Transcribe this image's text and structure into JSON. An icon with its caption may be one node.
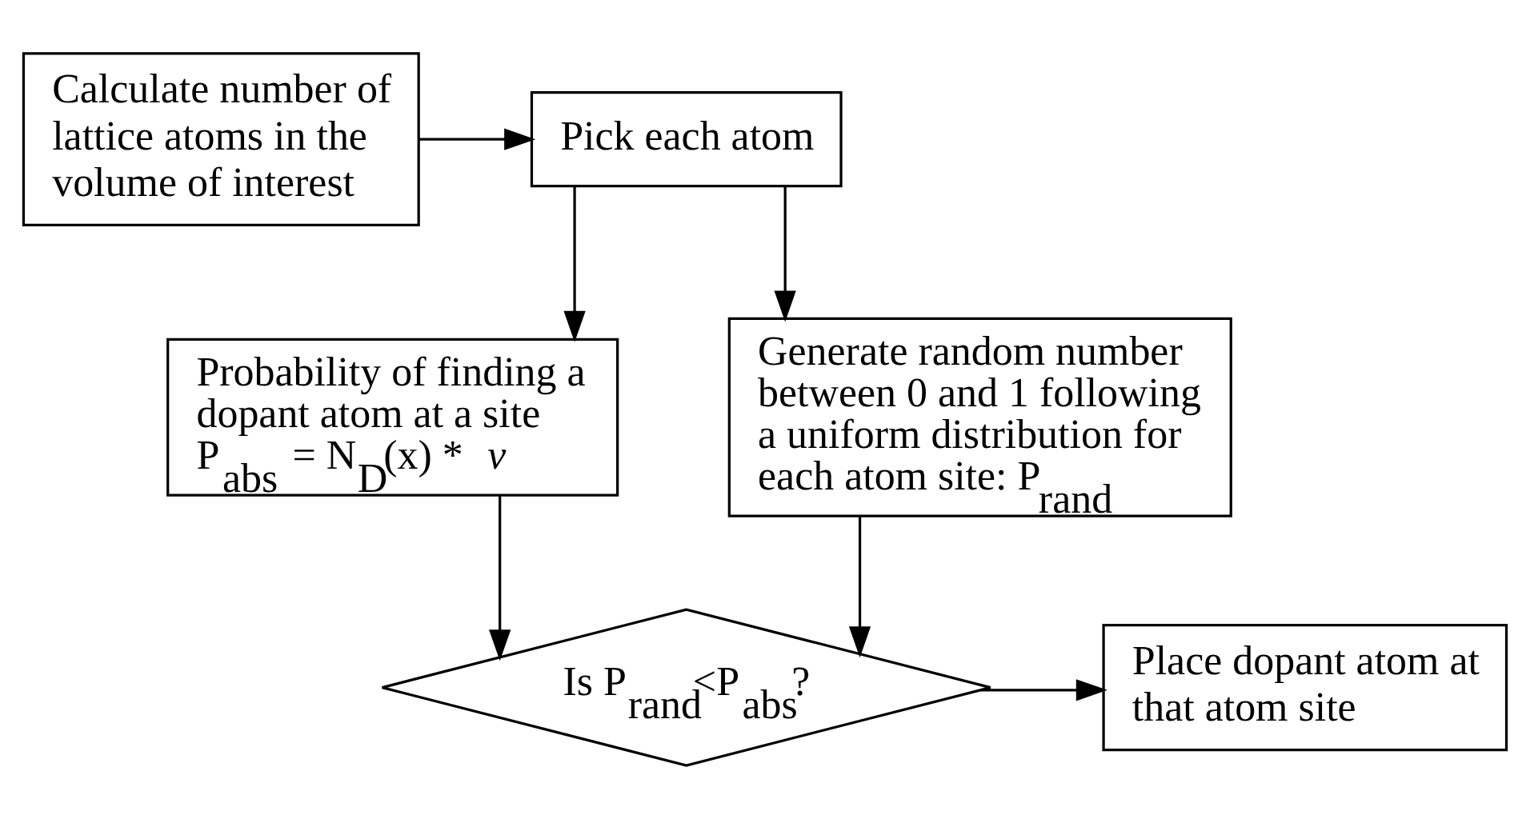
{
  "diagram": {
    "nodes": [
      {
        "text": [
          "Calculate number of lattice atoms in the volume of interest"
        ]
      },
      {
        "text": [
          "Pick each atom"
        ]
      },
      {
        "text": [
          "Probability of finding a dopant atom at a site",
          "P$_{abs}$ = N$_{D}$(x) * *v*"
        ]
      },
      {
        "text": [
          "Generate random number between 0 and 1 following a uniform distribution for each atom site: P$_{rand}$"
        ]
      },
      {
        "text": [
          "Is P$_{rand}$<P$_{abs}$?"
        ]
      },
      {
        "text": [
          "Place dopant atom at that atom site"
        ]
      }
    ],
    "edges": [
      {
        "from": 0,
        "to": 1,
        "arrow": "to"
      },
      {
        "from": 1,
        "to": 2,
        "arrow": "to"
      },
      {
        "from": 1,
        "to": 3,
        "arrow": "to"
      },
      {
        "from": 2,
        "to": 4,
        "arrow": "to"
      },
      {
        "from": 3,
        "to": 4,
        "arrow": "to"
      },
      {
        "from": 4,
        "to": 5,
        "arrow": "to"
      }
    ]
  }
}
